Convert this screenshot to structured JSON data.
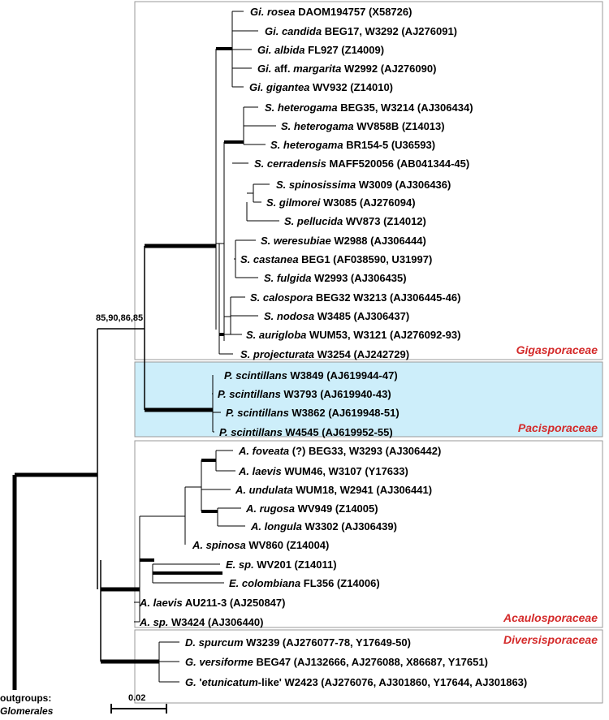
{
  "support_label": "85,90,86,85",
  "scale_label": "0.02",
  "outgroup": {
    "line1": "outgroups:",
    "line2": "Glomerales"
  },
  "families": {
    "gigasporaceae": "Gigasporaceae",
    "pacisporaceae": "Pacisporaceae",
    "acaulosporaceae": "Acaulosporaceae",
    "diversisporaceae": "Diversisporaceae"
  },
  "colors": {
    "family_label": "#d42a2a",
    "pacisporaceae_fill": "#cdeefa",
    "box_border": "#999999"
  },
  "taxa": [
    {
      "sp": "Gi. rosea",
      "rest": " DAOM194757 (X58726)"
    },
    {
      "sp": "Gi. candida",
      "rest": " BEG17, W3292 (AJ276091)"
    },
    {
      "sp": "Gi. albida",
      "rest": " FL927 (Z14009)"
    },
    {
      "sp": "Gi.",
      "mid": " aff. ",
      "sp2": "margarita",
      "rest": " W2992 (AJ276090)"
    },
    {
      "sp": "Gi. gigantea",
      "rest": " WV932 (Z14010)"
    },
    {
      "sp": "S. heterogama",
      "rest": " BEG35, W3214 (AJ306434)"
    },
    {
      "sp": "S. heterogama",
      "rest": " WV858B (Z14013)"
    },
    {
      "sp": "S. heterogama",
      "rest": " BR154-5 (U36593)"
    },
    {
      "sp": "S. cerradensis",
      "rest": " MAFF520056 (AB041344-45)"
    },
    {
      "sp": "S. spinosissima",
      "rest": " W3009 (AJ306436)"
    },
    {
      "sp": "S. gilmorei",
      "rest": " W3085 (AJ276094)"
    },
    {
      "sp": "S. pellucida",
      "rest": " WV873 (Z14012)"
    },
    {
      "sp": "S. weresubiae",
      "rest": " W2988 (AJ306444)"
    },
    {
      "sp": "S. castanea",
      "rest": "  BEG1 (AF038590, U31997)"
    },
    {
      "sp": "S. fulgida",
      "rest": " W2993 (AJ306435)"
    },
    {
      "sp": "S. calospora",
      "rest": " BEG32 W3213 (AJ306445-46)"
    },
    {
      "sp": "S. nodosa",
      "rest": " W3485  (AJ306437)"
    },
    {
      "sp": "S. auriglobа",
      "rest": " WUM53, W3121 (AJ276092-93)"
    },
    {
      "sp": "S. projecturata",
      "rest": " W3254 (AJ242729)"
    },
    {
      "sp": "P. scintillans",
      "rest": " W3849 (AJ619944-47)"
    },
    {
      "sp": "P. scintillans",
      "rest": " W3793 (AJ619940-43)"
    },
    {
      "sp": "P. scintillans",
      "rest": " W3862 (AJ619948-51)"
    },
    {
      "sp": "P. scintillans",
      "rest": " W4545 (AJ619952-55)"
    },
    {
      "sp": "A. foveata",
      "rest": " (?) BEG33, W3293 (AJ306442)"
    },
    {
      "sp": "A. laevis",
      "rest": " WUM46, W3107 (Y17633)"
    },
    {
      "sp": "A. undulata",
      "rest": " WUM18, W2941 (AJ306441)"
    },
    {
      "sp": "A. rugosa",
      "rest": " WV949 (Z14005)"
    },
    {
      "sp": "A. longula",
      "rest": " W3302 (AJ306439)"
    },
    {
      "sp": "A. spinosa",
      "rest": " WV860 (Z14004)"
    },
    {
      "sp": "E. sp.",
      "rest": " WV201 (Z14011)"
    },
    {
      "sp": "E. colombiana",
      "rest": " FL356 (Z14006)"
    },
    {
      "sp": "A. laevis",
      "rest": " AU211-3  (AJ250847)"
    },
    {
      "sp": "A. sp.",
      "rest": " W3424 (AJ306440)"
    },
    {
      "sp": "D. spurcum",
      "rest": " W3239 (AJ276077-78, Y17649-50)"
    },
    {
      "sp": "G. versiforme",
      "rest": " BEG47 (AJ132666, AJ276088, X86687, Y17651)"
    },
    {
      "sp": "G.",
      "mid": " '",
      "sp2": "etunicatum",
      "rest": "-like' W2423 (AJ276076, AJ301860, Y17644, AJ301863)"
    }
  ]
}
